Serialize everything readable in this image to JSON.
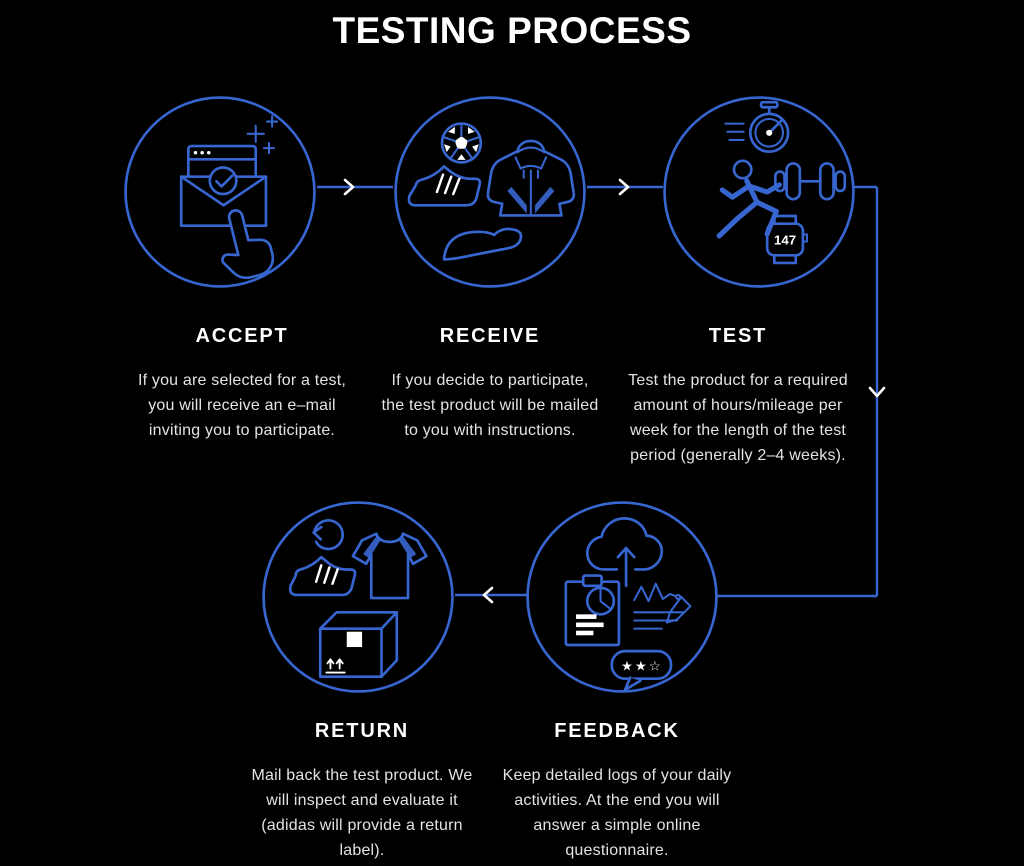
{
  "title": "TESTING PROCESS",
  "colors": {
    "background": "#000000",
    "accent_blue": "#3866d0",
    "heading_text": "#ffffff",
    "body_text": "#e3e3e3"
  },
  "steps": [
    {
      "label": "ACCEPT",
      "description": "If you are selected for a test,\nyou will receive an e–mail\ninviting you to participate.",
      "icon": "email-invitation-icon"
    },
    {
      "label": "RECEIVE",
      "description": "If you decide to participate,\nthe test product will be mailed\nto you with instructions.",
      "icon": "product-delivery-icon"
    },
    {
      "label": "TEST",
      "description": "Test the product for a required\namount of hours/mileage per\nweek for the length of the test\nperiod (generally 2–4 weeks).",
      "icon": "fitness-activity-icon",
      "watch_display": "147"
    },
    {
      "label": "RETURN",
      "description": "Mail back the test product. We\nwill inspect and evaluate it\n(adidas will provide a return\nlabel).",
      "icon": "package-return-icon"
    },
    {
      "label": "FEEDBACK",
      "description": "Keep detailed logs of your daily\nactivities. At the end you will\nanswer a simple online\nquestionnaire.",
      "icon": "feedback-rating-icon",
      "stars_display": "★★☆"
    }
  ]
}
